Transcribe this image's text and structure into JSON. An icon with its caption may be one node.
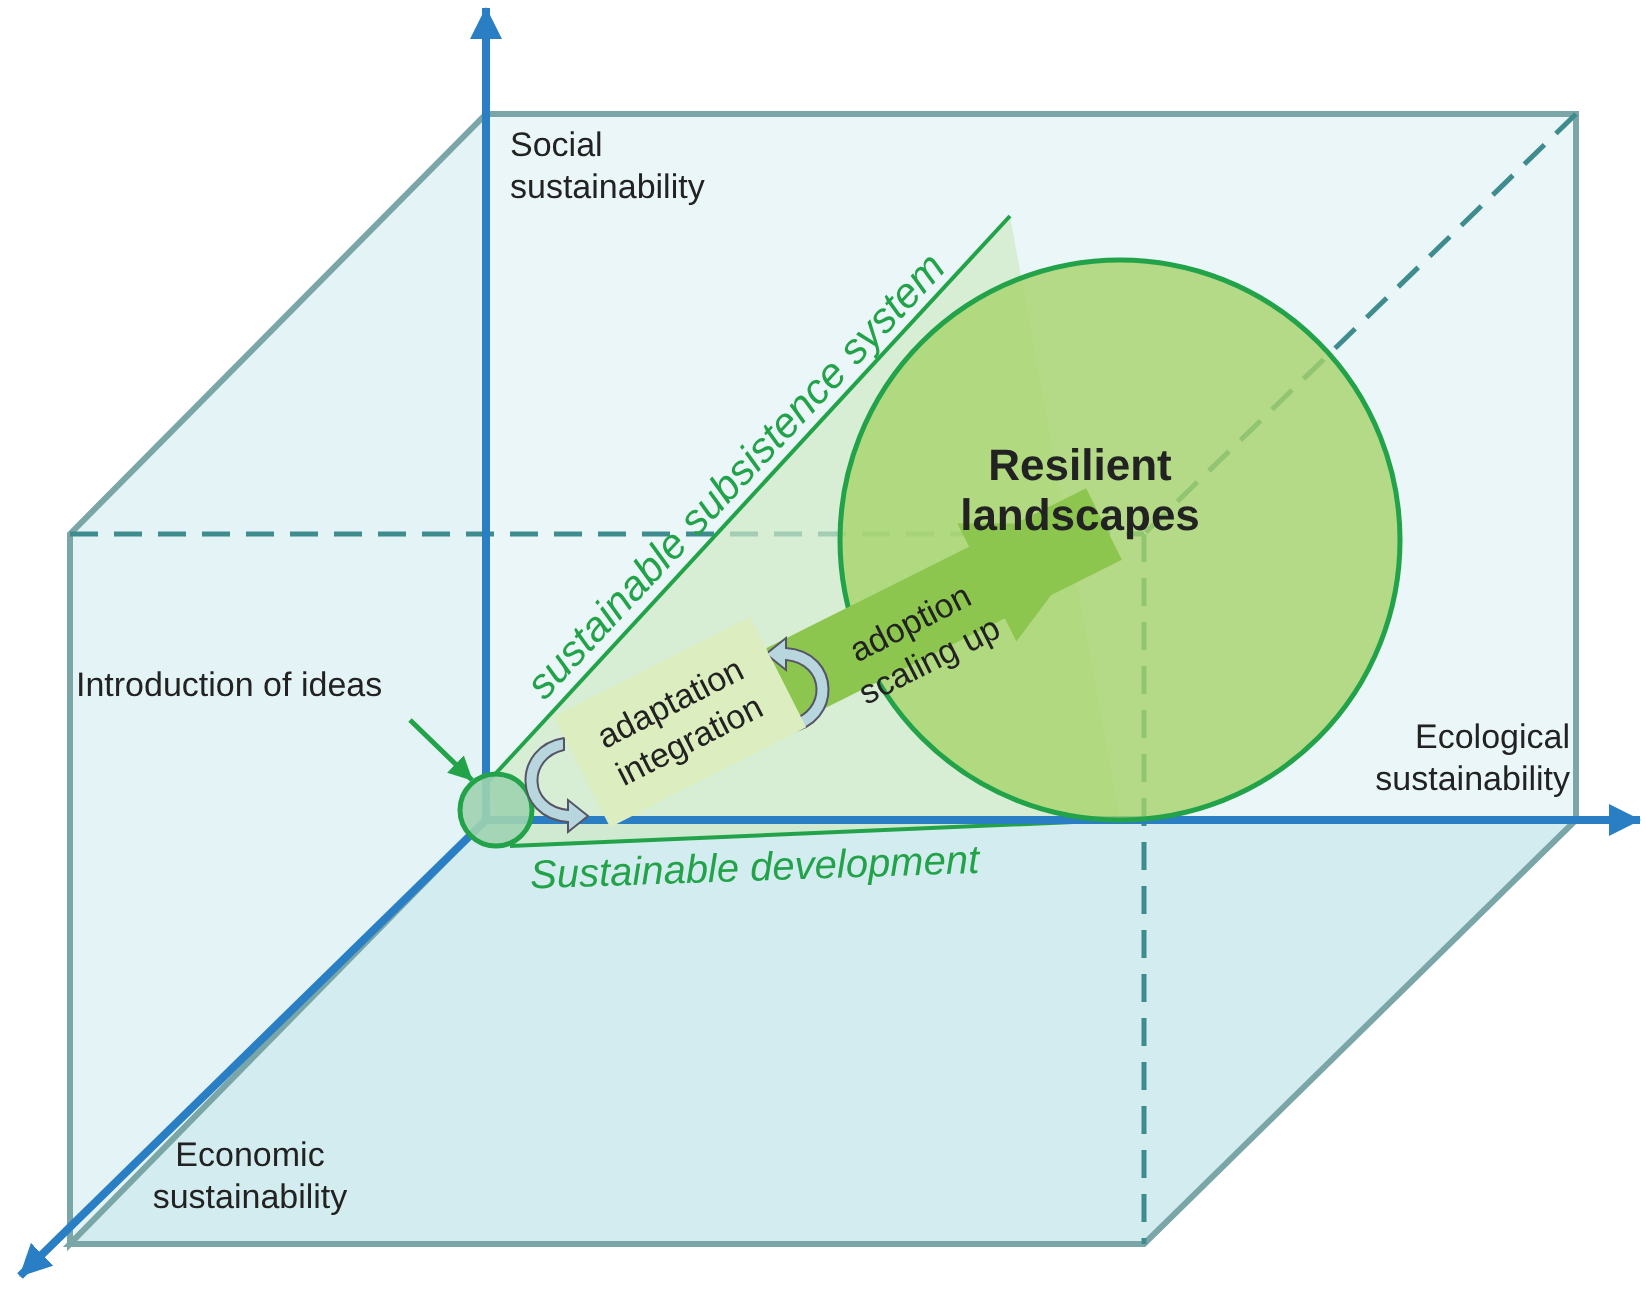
{
  "diagram": {
    "nodes": [
      {
        "text": [],
        "shape": "circle"
      },
      {
        "text": [
          "Introduction of ideas"
        ]
      },
      {
        "text": [
          "Resilient landscapes"
        ]
      },
      {
        "text": [
          "adaptation",
          "integration"
        ]
      }
    ],
    "edges": [
      {
        "from": 1,
        "to": 0,
        "arrow": "to"
      },
      {
        "from": 3,
        "to": 2,
        "arrow": "to",
        "label": "adoption scaling up",
        "style": "thick",
        "color": "#8cc64f"
      }
    ],
    "labels": [
      "Social sustainability",
      "sustainable subsistence system",
      "Ecological sustainability",
      "Sustainable development",
      "Economic sustainability"
    ]
  }
}
